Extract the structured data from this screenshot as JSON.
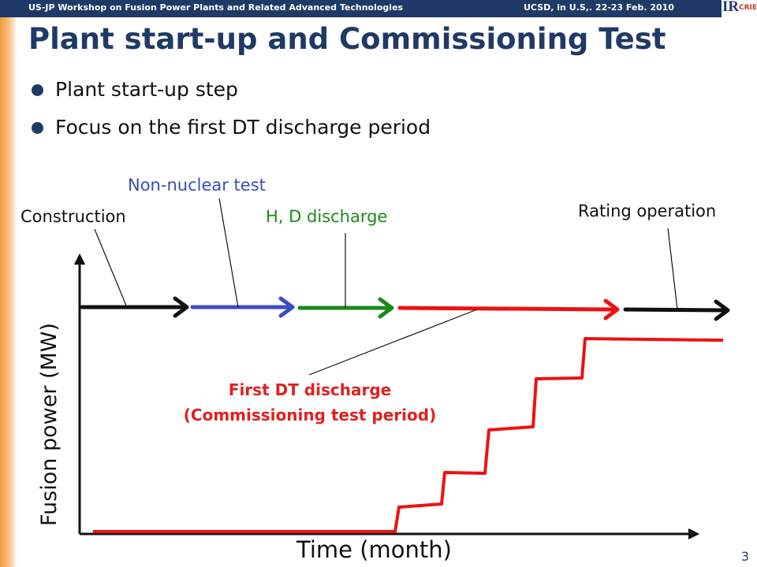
{
  "header": {
    "workshop": "US-JP  Workshop on Fusion Power Plants and Related Advanced Technologies",
    "venue": "UCSD, in U.S,. 22-23 Feb. 2010",
    "logo_text": "CRIEPI"
  },
  "title": "Plant start-up and Commissioning Test",
  "bullets": [
    "Plant start-up step",
    "Focus on the first DT discharge period"
  ],
  "diagram": {
    "labels": {
      "non_nuclear": "Non-nuclear test",
      "construction": "Construction",
      "hd_discharge": "H, D discharge",
      "rating": "Rating operation",
      "first_dt_1": "First DT discharge",
      "first_dt_2": "(Commissioning test period)"
    },
    "y_axis_label": "Fusion power  (MW)",
    "x_axis_label": "Time  (month)",
    "colors": {
      "construction": "#111111",
      "non_nuclear": "#3b4cc0",
      "hd_discharge": "#1a8a1a",
      "first_dt": "#ee1111",
      "rating": "#111111",
      "label_non_nuclear": "#3b4cc0",
      "label_hd": "#1a8a1a",
      "label_dt": "#e02020"
    }
  },
  "page_number": "3"
}
